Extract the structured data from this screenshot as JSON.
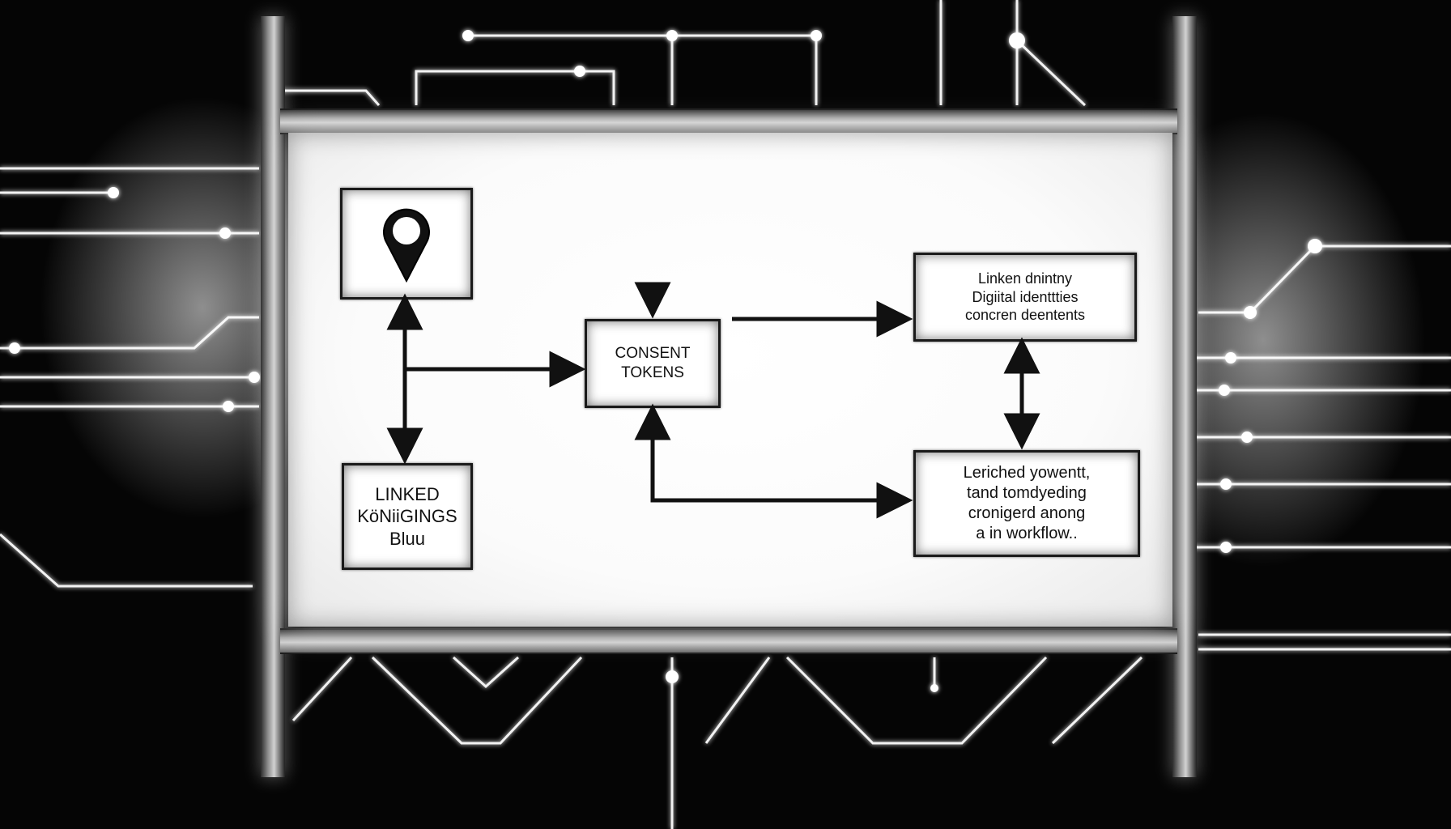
{
  "nodes": {
    "pin": {
      "icon": "location-pin-icon"
    },
    "consent": {
      "lines": [
        "CONSENT",
        "TOKENS"
      ]
    },
    "linked_digital": {
      "lines": [
        "Linken dnintny",
        "Digiital identtties",
        "concren deentents"
      ]
    },
    "linked_blu": {
      "lines": [
        "LINKED",
        "KöNiiGINGS",
        "Bluu"
      ]
    },
    "workflow": {
      "lines": [
        "Leriched yowentt,",
        "tand tomdyeding",
        "cronigerd anong",
        "a in workflow.."
      ]
    }
  },
  "colors": {
    "background": "#050505",
    "panel": "#ffffff",
    "ink": "#111111",
    "glow": "#ffffff"
  }
}
